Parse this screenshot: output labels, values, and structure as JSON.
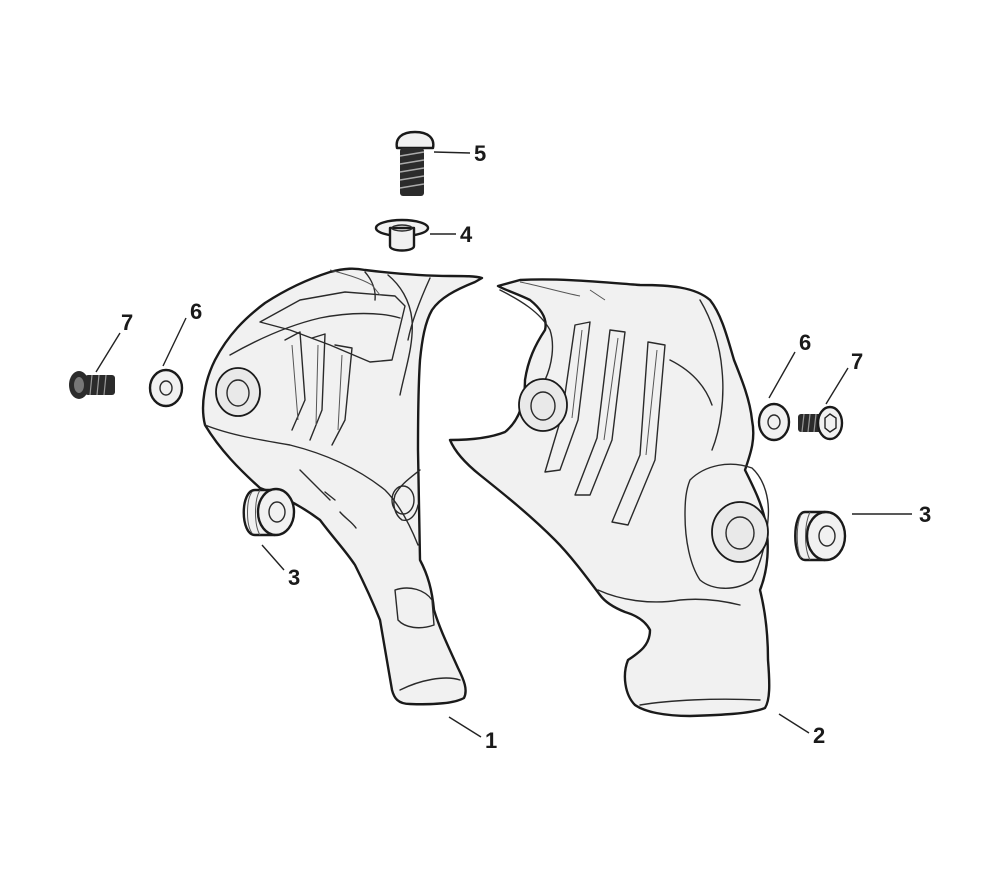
{
  "callouts": {
    "part1": "1",
    "part2": "2",
    "spacer_left": "3",
    "spacer_right": "3",
    "washer": "4",
    "bolt": "5",
    "washer_left": "6",
    "washer_right": "6",
    "screw_left": "7",
    "screw_right": "7"
  },
  "colors": {
    "line": "#1a1a1a",
    "fill": "#f1f1f1",
    "background": "#ffffff"
  }
}
